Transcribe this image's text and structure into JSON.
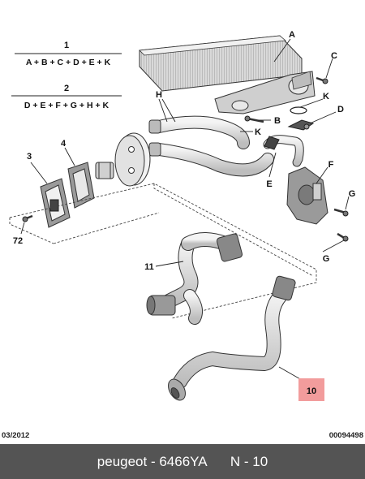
{
  "legend": {
    "group_1": {
      "number": "1",
      "formula": "A + B + C + D + E + K"
    },
    "group_2": {
      "number": "2",
      "formula": "D + E + F + G + H + K"
    }
  },
  "labels": {
    "A": "A",
    "B": "B",
    "C": "C",
    "D": "D",
    "E": "E",
    "F": "F",
    "G_upper": "G",
    "G_lower": "G",
    "H": "H",
    "K_upper": "K",
    "K_lower": "K",
    "n3": "3",
    "n4": "4",
    "n11": "11",
    "n72": "72",
    "n10": "10"
  },
  "footer": {
    "date": "03/2012",
    "ref": "00094498",
    "brand": "peugeot - 6466YA",
    "page": "N - 10"
  },
  "colors": {
    "highlight": "#f29c9c",
    "bar": "#545454",
    "line": "#222222"
  }
}
